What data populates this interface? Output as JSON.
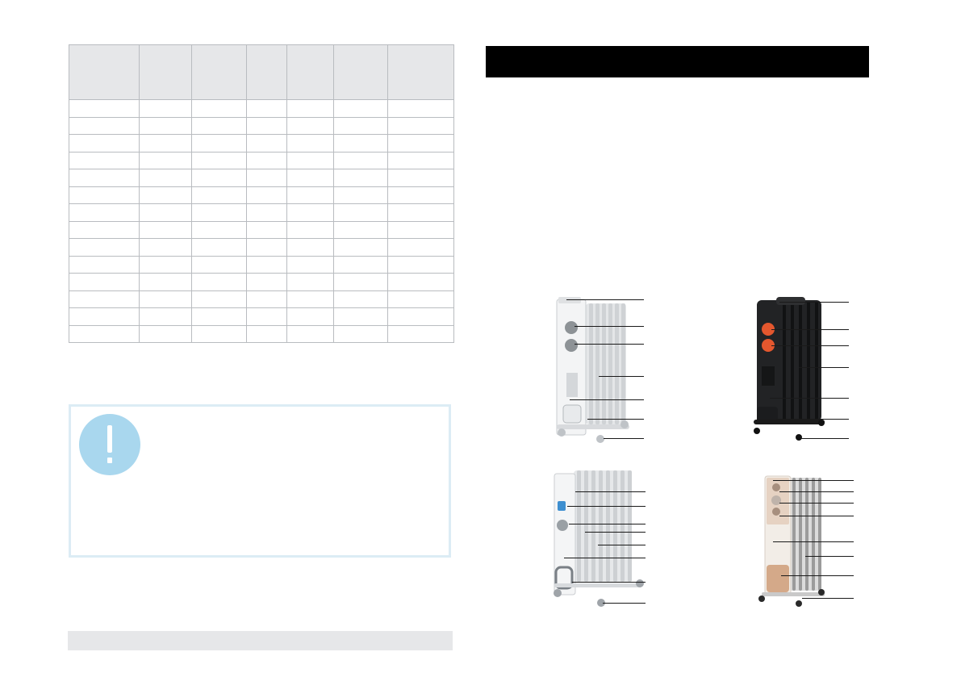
{
  "spec_table": {
    "columns": 7,
    "rows": 14
  },
  "notice": {
    "icon": "exclamation-circle-icon",
    "icon_color": "#a9d7ee",
    "border_color": "#dcecf5"
  },
  "title_bar": {
    "color": "#000000"
  },
  "products": [
    {
      "model": "white-heater-with-side-vent",
      "callouts": 7
    },
    {
      "model": "black-heater-with-orange-knobs",
      "callouts": 7
    },
    {
      "model": "white-heater-with-blue-display",
      "callouts": 8
    },
    {
      "model": "beige-heater-with-wood-panel",
      "callouts": 8
    }
  ]
}
